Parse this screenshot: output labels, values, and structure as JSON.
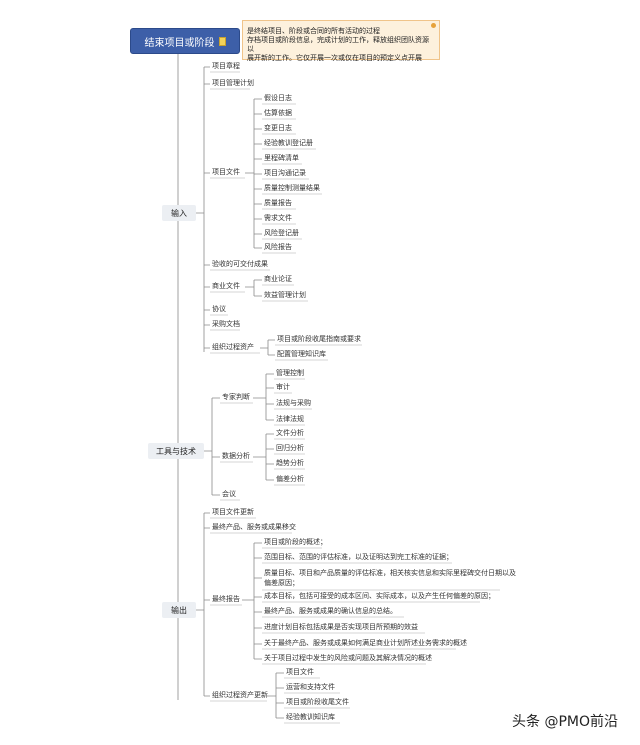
{
  "root": {
    "title": "结束项目或阶段"
  },
  "note": {
    "lines": [
      "是终结项目、阶段或合同的所有活动的过程",
      "存档项目或阶段信息，完成计划的工作，释放组织团队资源以",
      "展开新的工作。它仅开展一次或仅在项目的预定义点开展"
    ]
  },
  "categories": {
    "input": "输入",
    "tools": "工具与技术",
    "output": "输出"
  },
  "input": {
    "charter": "项目章程",
    "pm_plan": "项目管理计划",
    "docs": {
      "label": "项目文件",
      "items": [
        "假设日志",
        "估算依据",
        "变更日志",
        "经验教训登记册",
        "里程碑清单",
        "项目沟通记录",
        "质量控制测量结果",
        "质量报告",
        "需求文件",
        "风险登记册",
        "风险报告"
      ]
    },
    "accepted": "验收的可交付成果",
    "business": {
      "label": "商业文件",
      "items": [
        "商业论证",
        "效益管理计划"
      ]
    },
    "agreements": "协议",
    "procurement": "采购文档",
    "opa": {
      "label": "组织过程资产",
      "items": [
        "项目或阶段收尾指南或要求",
        "配置管理知识库"
      ]
    }
  },
  "tools": {
    "expert": {
      "label": "专家判断",
      "items": [
        "管理控制",
        "审计",
        "法规与采购",
        "法律法规"
      ]
    },
    "analysis": {
      "label": "数据分析",
      "items": [
        "文件分析",
        "回归分析",
        "趋势分析",
        "偏差分析"
      ]
    },
    "meetings": "会议"
  },
  "output": {
    "docs_update": "项目文件更新",
    "transition": "最终产品、服务或成果移交",
    "final_report": {
      "label": "最终报告",
      "items": [
        "项目或阶段的概述；",
        "范围目标、范围的评估标准，以及证明达到完工标准的证据；",
        "质量目标、项目和产品质量的评估标准，相关核实信息和实际里程碑交付日期以及",
        "偏差原因；",
        "成本目标，包括可接受的成本区间、实际成本，以及产生任何偏差的原因；",
        "最终产品、服务或成果的确认信息的总结。",
        "进度计划目标包括成果是否实现项目所预期的效益",
        "关于最终产品、服务或成果如何满足商业计划所述业务需求的概述",
        "关于项目过程中发生的风险或问题及其解决情况的概述"
      ]
    },
    "opa_update": {
      "label": "组织过程资产更新",
      "items": [
        "项目文件",
        "运营和支持文件",
        "项目或阶段收尾文件",
        "经验教训知识库"
      ]
    }
  },
  "watermark": "头条 @PMO前沿"
}
